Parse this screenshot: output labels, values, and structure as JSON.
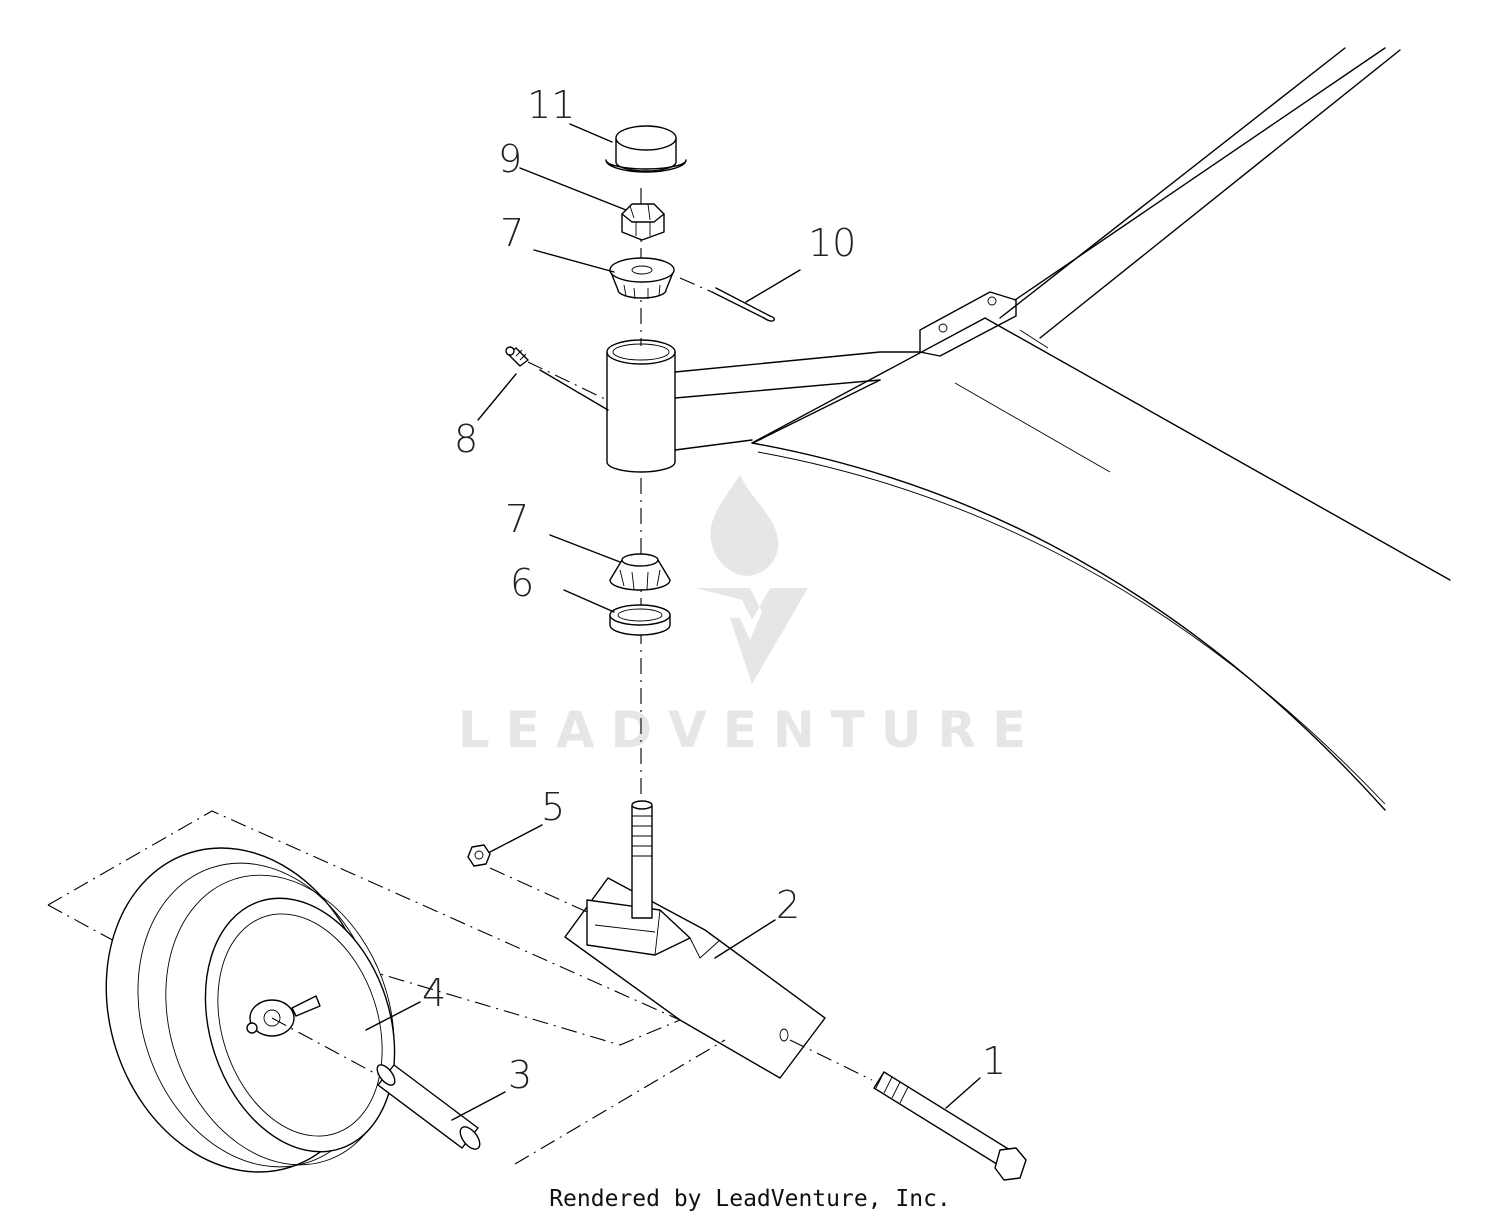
{
  "watermark": {
    "brand": "LEADVENTURE"
  },
  "footer": {
    "credit": "Rendered by LeadVenture, Inc."
  },
  "callouts": [
    "1",
    "2",
    "3",
    "4",
    "5",
    "6",
    "7",
    "7",
    "8",
    "9",
    "10",
    "11"
  ],
  "colors": {
    "line": "#000000",
    "watermark": "#e6e6e6",
    "background": "#ffffff"
  }
}
